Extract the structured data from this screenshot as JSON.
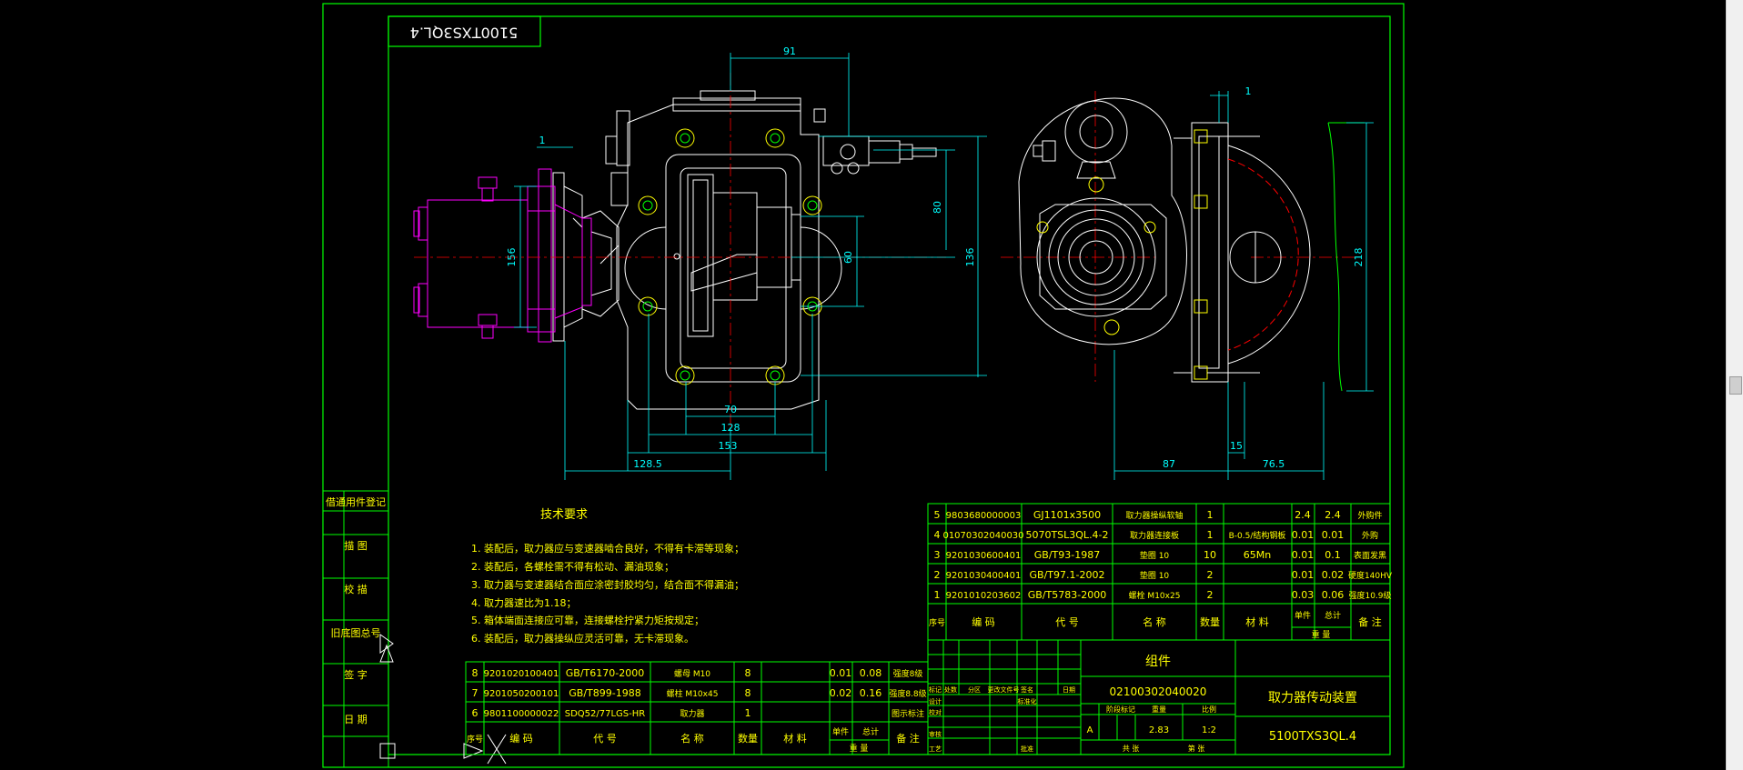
{
  "title_stamp": "5100TXS3QL.4",
  "dimensions": {
    "d91": "91",
    "d1a": "1",
    "d80": "80",
    "d60": "60",
    "d136": "136",
    "d156": "156",
    "d70": "70",
    "d128": "128",
    "d153": "153",
    "d128_5": "128.5",
    "d1b": "1",
    "d218": "218",
    "d87": "87",
    "d15": "15",
    "d76_5": "76.5"
  },
  "tech_req": {
    "heading": "技术要求",
    "items": [
      "1. 装配后，取力器应与变速器啮合良好，不得有卡滞等现象；",
      "2. 装配后，各螺栓需不得有松动、漏油现象；",
      "3. 取力器与变速器结合面应涂密封胶均匀，结合面不得漏油；",
      "4. 取力器速比为1.18；",
      "5. 箱体端面连接应可靠，连接螺栓拧紧力矩按规定；",
      "6. 装配后，取力器操纵应灵活可靠，无卡滞现象。"
    ]
  },
  "side_stamps": [
    "借通用件登记",
    "描 图",
    "校 描",
    "旧底图总号",
    "签 字",
    "日 期"
  ],
  "upper_bom": [
    [
      "5",
      "9803680000003",
      "GJ1101x3500",
      "取力器操纵软轴",
      "1",
      "",
      "",
      "2.4",
      "2.4",
      "外购件"
    ],
    [
      "4",
      "01070302040030",
      "5070TSL3QL.4-2",
      "取力器连接板",
      "1",
      "B-0.5/结构钢板",
      "",
      "0.01",
      "0.01",
      "外购"
    ],
    [
      "3",
      "9201030600401",
      "GB/T93-1987",
      "垫圈 10",
      "10",
      "65Mn",
      "",
      "0.01",
      "0.1",
      "表面发黑"
    ],
    [
      "2",
      "9201030400401",
      "GB/T97.1-2002",
      "垫圈 10",
      "2",
      "",
      "",
      "0.01",
      "0.02",
      "硬度140HV"
    ],
    [
      "1",
      "9201010203602",
      "GB/T5783-2000",
      "螺栓 M10x25",
      "2",
      "",
      "",
      "0.03",
      "0.06",
      "强度10.9级"
    ]
  ],
  "upper_bom_header": [
    "序号",
    "编 码",
    "代 号",
    "名 称",
    "数量",
    "材 料",
    "单件",
    "总计",
    "备 注"
  ],
  "upper_bom_weight": "重 量",
  "lower_bom": [
    [
      "8",
      "9201020100401",
      "GB/T6170-2000",
      "螺母 M10",
      "8",
      "",
      "",
      "0.01",
      "0.08",
      "强度8级"
    ],
    [
      "7",
      "9201050200101",
      "GB/T899-1988",
      "螺柱 M10x45",
      "8",
      "",
      "",
      "0.02",
      "0.16",
      "强度8.8级"
    ],
    [
      "6",
      "9801100000022",
      "SDQ52/77LGS-HR",
      "取力器",
      "1",
      "",
      "",
      "",
      "",
      "图示标注"
    ]
  ],
  "lower_bom_header": [
    "序号",
    "编 码",
    "代 号",
    "名 称",
    "数量",
    "材 料",
    "单件",
    "总计",
    "备 注"
  ],
  "lower_bom_weight": "重 量",
  "title_block": {
    "type": "组件",
    "code": "02100302040020",
    "name": "取力器传动装置",
    "drawing_no": "5100TXS3QL.4",
    "mark": "A",
    "weight": "2.83",
    "scale": "1:2",
    "marker_label": "标记",
    "count_label": "处数",
    "zone_label": "分区",
    "change_label": "更改文件号",
    "sign_label": "签名",
    "date_label": "日期",
    "design_label": "设计",
    "check_label": "校对",
    "review_label": "审核",
    "process_label": "工艺",
    "std_label": "标准化",
    "approve_label": "批准",
    "stage_label": "阶段标记",
    "weight_label": "重量",
    "scale_label": "比例",
    "sheets_label": "共 张",
    "sheet_label": "第 张"
  },
  "colors": {
    "frame": "#00ff00",
    "outline": "#ffffff",
    "dimension": "#00ffff",
    "centerline": "#ff0000",
    "purchased": "#ff00ff",
    "fastener": "#ffff00",
    "text": "#ffff00"
  }
}
